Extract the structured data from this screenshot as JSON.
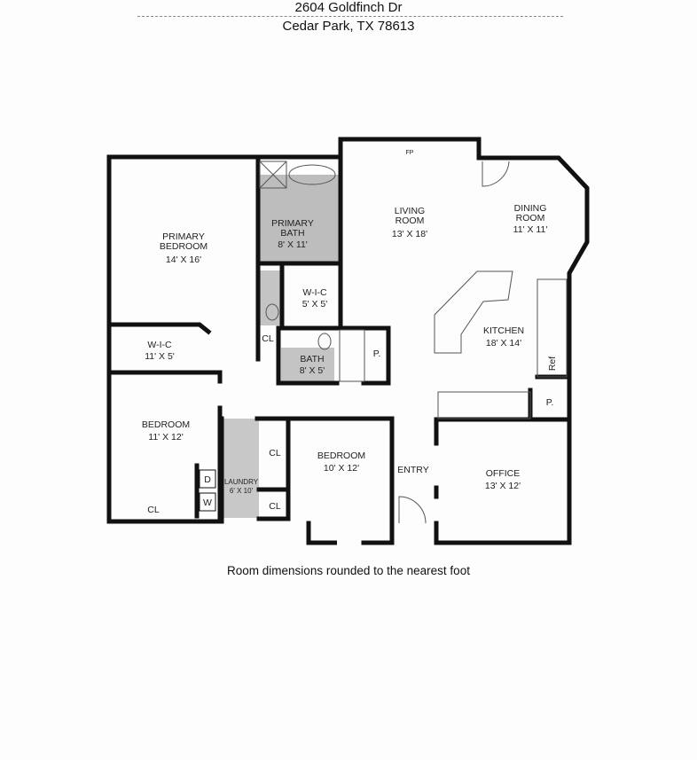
{
  "header": {
    "address_line1": "2604 Goldfinch Dr",
    "address_line2": "Cedar Park, TX 78613"
  },
  "rooms": [
    {
      "name": "PRIMARY",
      "name2": "BEDROOM",
      "dims": "14' X 16'"
    },
    {
      "name": "PRIMARY",
      "name2": "BATH",
      "dims": "8' X 11'"
    },
    {
      "name": "W-I-C",
      "dims": "5' X 5'"
    },
    {
      "name": "W-I-C",
      "dims": "11' X 5'"
    },
    {
      "name": "BATH",
      "dims": "8' X 5'"
    },
    {
      "name": "BEDROOM",
      "dims": "11' X 12'"
    },
    {
      "name": "LAUNDRY",
      "dims": "6' X 10'"
    },
    {
      "name": "BEDROOM",
      "dims": "10' X 12'"
    },
    {
      "name": "LIVING",
      "name2": "ROOM",
      "dims": "13' X 18'"
    },
    {
      "name": "DINING",
      "name2": "ROOM",
      "dims": "11' X 11'"
    },
    {
      "name": "KITCHEN",
      "dims": "18' X 14'"
    },
    {
      "name": "OFFICE",
      "dims": "13' X 12'"
    },
    {
      "name": "ENTRY"
    }
  ],
  "fixtures": {
    "cl": "CL",
    "pantry": "P.",
    "ref": "Ref",
    "fp": "FP",
    "washer": "W",
    "dryer": "D"
  },
  "footer": {
    "note": "Room dimensions rounded to the nearest foot"
  }
}
